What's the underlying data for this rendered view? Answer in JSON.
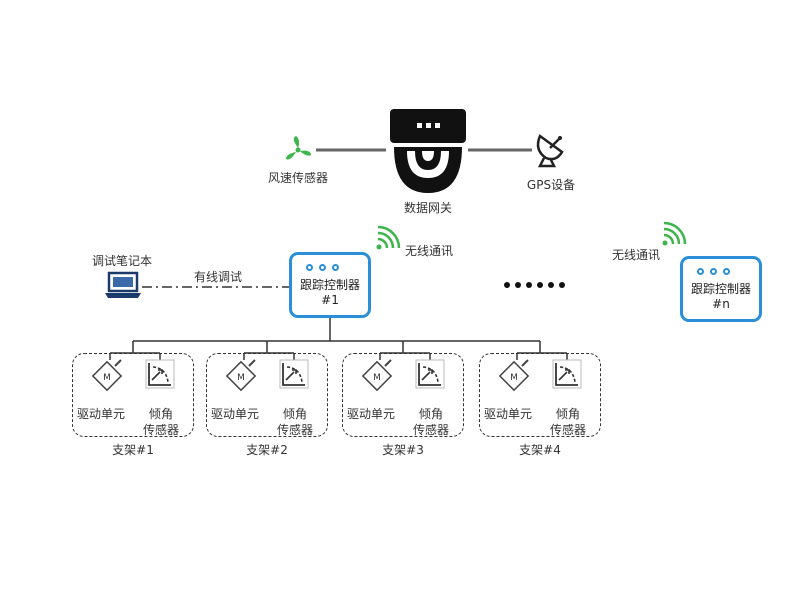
{
  "nodes": {
    "wind_sensor": "风速传感器",
    "gateway": "数据网关",
    "gps": "GPS设备",
    "laptop": "调试笔记本",
    "wired_debug": "有线调试",
    "wireless_1": "无线通讯",
    "wireless_n": "无线通讯",
    "controller_1": "跟踪控制器#1",
    "controller_n": "跟踪控制器#n"
  },
  "brackets": [
    {
      "drive": "驱动单元",
      "tilt_line1": "倾角",
      "tilt_line2": "传感器",
      "label": "支架#1"
    },
    {
      "drive": "驱动单元",
      "tilt_line1": "倾角",
      "tilt_line2": "传感器",
      "label": "支架#2"
    },
    {
      "drive": "驱动单元",
      "tilt_line1": "倾角",
      "tilt_line2": "传感器",
      "label": "支架#3"
    },
    {
      "drive": "驱动单元",
      "tilt_line1": "倾角",
      "tilt_line2": "传感器",
      "label": "支架#4"
    }
  ],
  "colors": {
    "controller_border": "#2a8fd6",
    "wireless_green": "#3cb54a",
    "gateway_black": "#111111",
    "laptop_blue": "#1b3a6b"
  },
  "icons": {
    "wind": "wind-turbine-icon",
    "gateway": "gateway-icon",
    "gps": "satellite-dish-icon",
    "laptop": "laptop-icon",
    "wireless": "wifi-signal-icon",
    "drive": "motor-icon",
    "tilt": "tilt-sensor-icon"
  }
}
